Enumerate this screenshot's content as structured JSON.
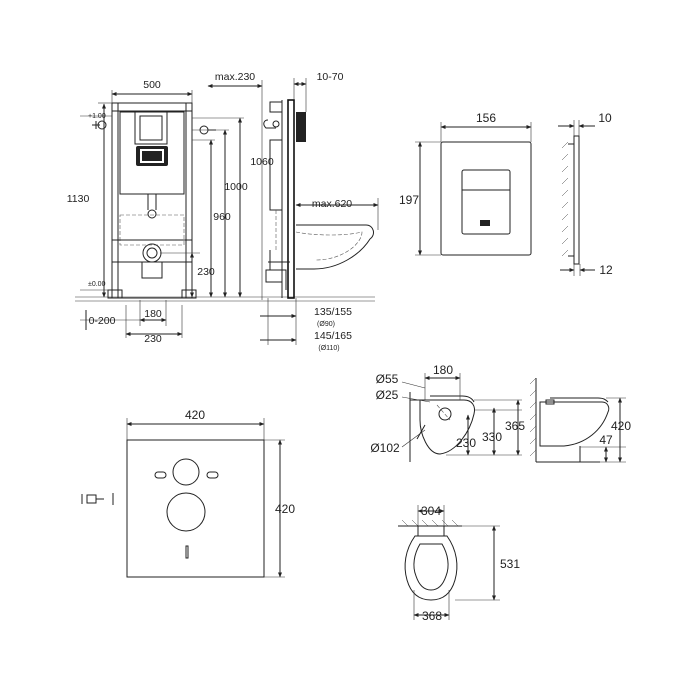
{
  "frame_view": {
    "width": "500",
    "depth_max": "max.230",
    "wall_range": "10-70",
    "plus_value": "+1.00",
    "zero_value": "±0.00",
    "height_1130": "1130",
    "height_1060": "1060",
    "height_1000": "1000",
    "height_960": "960",
    "height_230": "230",
    "bowl_max": "max.620",
    "foot_range": "0-200",
    "spacing_180": "180",
    "spacing_230": "230",
    "pipe_a": "135/155",
    "pipe_a_dia": "(Ø90)",
    "pipe_b": "145/165",
    "pipe_b_dia": "(Ø110)"
  },
  "flush_plate": {
    "width": "156",
    "height": "197",
    "thickness": "10",
    "offset": "12"
  },
  "sound_mat": {
    "width": "420",
    "height": "420"
  },
  "bowl_side": {
    "dia_55": "Ø55",
    "dim_180": "180",
    "dia_25": "Ø25",
    "dia_102": "Ø102",
    "dim_230": "230",
    "dim_330": "330",
    "dim_365": "365",
    "height_420": "420",
    "dim_47": "47"
  },
  "bowl_top": {
    "width_top": "304",
    "width_bottom": "368",
    "length": "531"
  }
}
